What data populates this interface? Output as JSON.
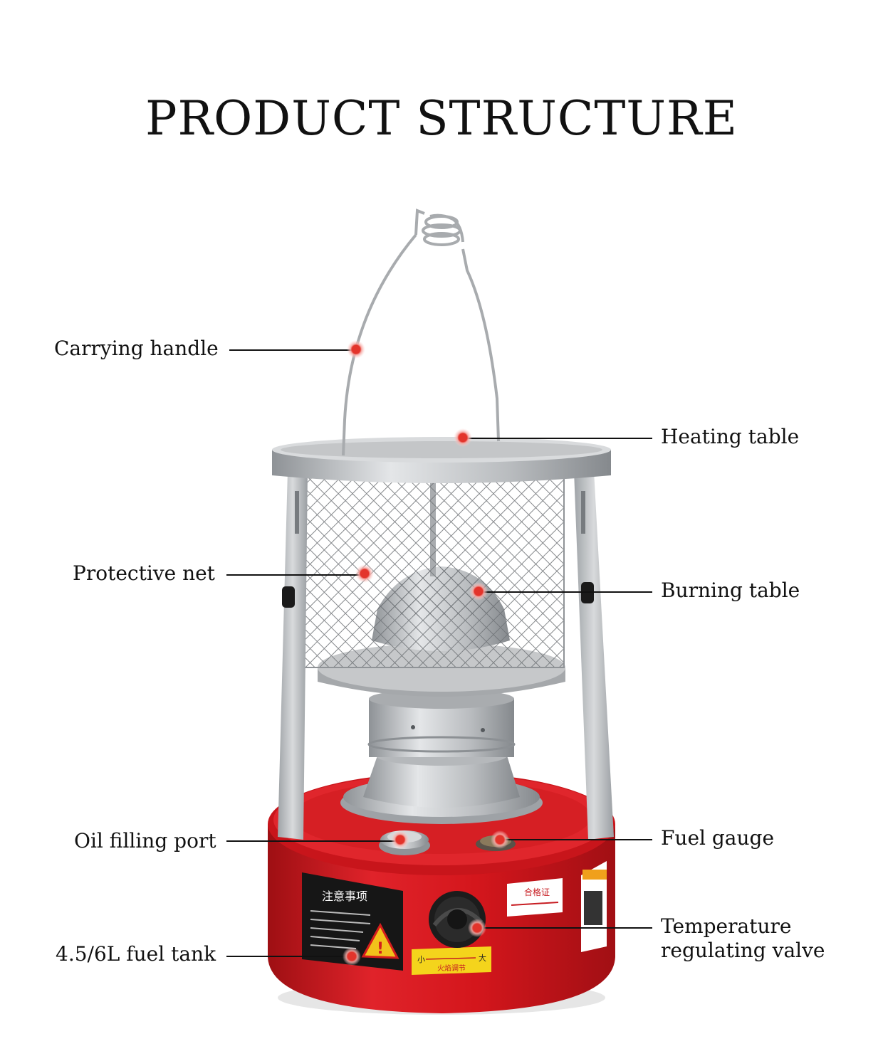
{
  "title": "PRODUCT STRUCTURE",
  "colors": {
    "tank_red": "#d4161c",
    "metal": "#c7c9cc",
    "marker": "#e3342b",
    "label_text": "#111111"
  },
  "callouts": [
    {
      "id": "carrying-handle",
      "label": "Carrying handle"
    },
    {
      "id": "heating-table",
      "label": "Heating table"
    },
    {
      "id": "protective-net",
      "label": "Protective net"
    },
    {
      "id": "burning-table",
      "label": "Burning table"
    },
    {
      "id": "oil-filling-port",
      "label": "Oil filling port"
    },
    {
      "id": "fuel-gauge",
      "label": "Fuel gauge"
    },
    {
      "id": "fuel-tank",
      "label": "4.5/6L fuel tank"
    },
    {
      "id": "temperature-valve",
      "label": "Temperature regulating valve"
    }
  ],
  "product_panel_text": {
    "warning_title": "注意事项",
    "cert_title": "合格证",
    "flame_scale_small": "小",
    "flame_scale_large": "大",
    "flame_scale_caption": "火焰调节"
  }
}
